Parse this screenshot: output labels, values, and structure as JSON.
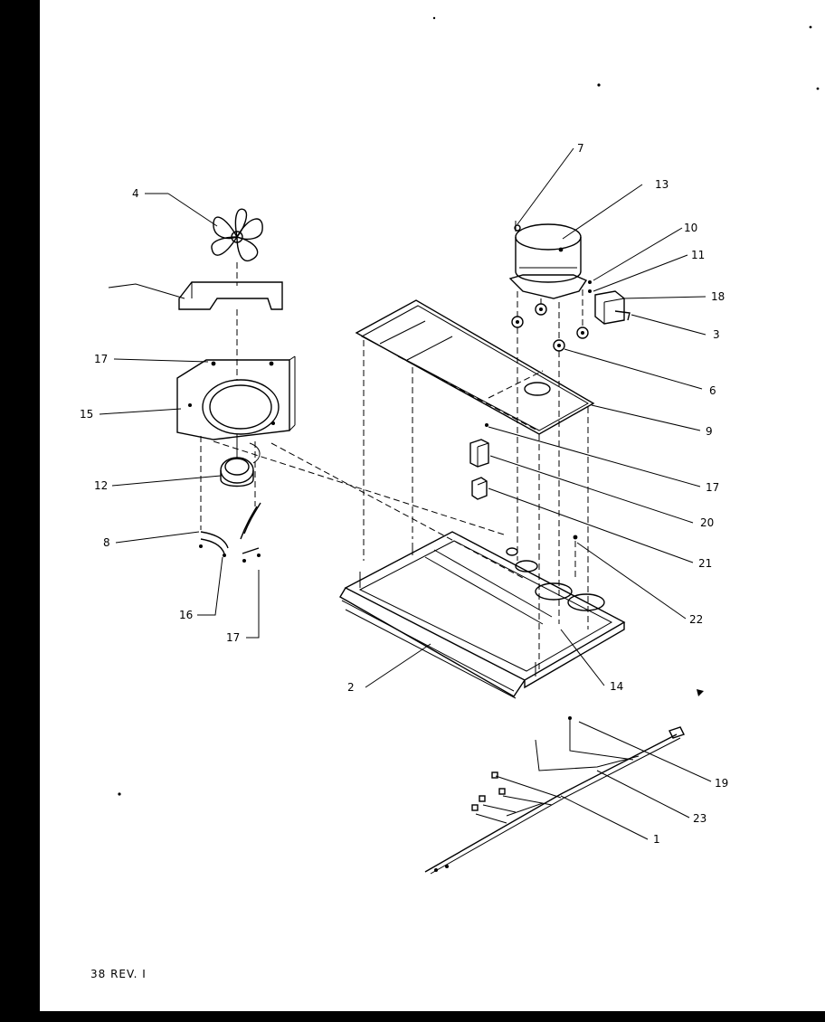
{
  "diagram": {
    "labels": [
      "4",
      "",
      "17",
      "15",
      "12",
      "8",
      "16",
      "17",
      "7",
      "13",
      "10",
      "11",
      "18",
      "3",
      "6",
      "9",
      "17",
      "20",
      "21",
      "22",
      "2",
      "14",
      "19",
      "23",
      "1"
    ],
    "footer": "38 REV. I"
  }
}
